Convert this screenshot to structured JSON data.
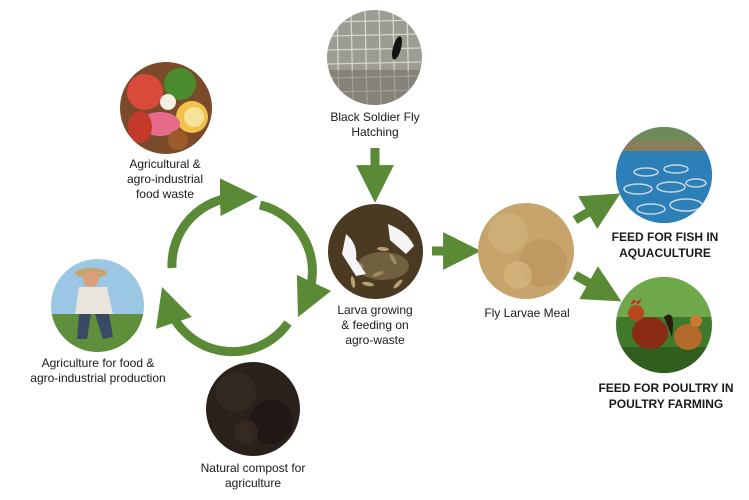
{
  "labels": {
    "food_waste": "Agricultural &\nagro-industrial\nfood waste",
    "bsf_hatching": "Black Soldier Fly\nHatching",
    "larva_growing": "Larva growing\n& feeding on\nagro-waste",
    "fly_larvae_meal": "Fly Larvae Meal",
    "feed_fish": "FEED FOR FISH IN\nAQUACULTURE",
    "feed_poultry": "FEED FOR POULTRY IN\nPOULTRY FARMING",
    "agriculture": "Agriculture for food &\nagro-industrial production",
    "compost": "Natural compost for\nagriculture"
  },
  "colors": {
    "arrow_green": "#5a8a35",
    "compost_dark": "#2a211b",
    "meal_tan": "#c7a46c",
    "water_blue": "#2d7fb8"
  }
}
